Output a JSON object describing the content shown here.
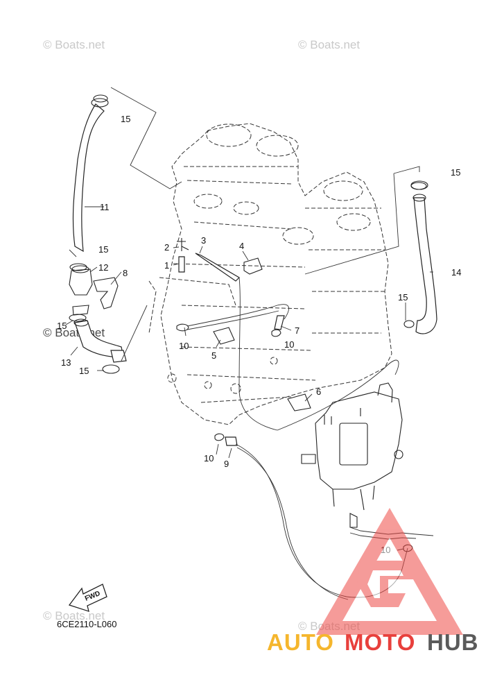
{
  "diagram": {
    "code": "6CE2110-L060",
    "fwd_label": "FWD",
    "callouts": [
      {
        "id": "c-15-a",
        "label": "15"
      },
      {
        "id": "c-11",
        "label": "11"
      },
      {
        "id": "c-15-b",
        "label": "15"
      },
      {
        "id": "c-12",
        "label": "12"
      },
      {
        "id": "c-8",
        "label": "8"
      },
      {
        "id": "c-15-c",
        "label": "15"
      },
      {
        "id": "c-13",
        "label": "13"
      },
      {
        "id": "c-15-d",
        "label": "15"
      },
      {
        "id": "c-2",
        "label": "2"
      },
      {
        "id": "c-1",
        "label": "1"
      },
      {
        "id": "c-3",
        "label": "3"
      },
      {
        "id": "c-4",
        "label": "4"
      },
      {
        "id": "c-10-a",
        "label": "10"
      },
      {
        "id": "c-5",
        "label": "5"
      },
      {
        "id": "c-7",
        "label": "7"
      },
      {
        "id": "c-10-b",
        "label": "10"
      },
      {
        "id": "c-6",
        "label": "6"
      },
      {
        "id": "c-10-c",
        "label": "10"
      },
      {
        "id": "c-9",
        "label": "9"
      },
      {
        "id": "c-15-e",
        "label": "15"
      },
      {
        "id": "c-14",
        "label": "14"
      },
      {
        "id": "c-15-f",
        "label": "15"
      },
      {
        "id": "c-10-d",
        "label": "10"
      }
    ]
  },
  "watermarks": {
    "boats_text": "© Boats.net"
  },
  "brand": {
    "auto": "AUTO",
    "moto": "MOTO",
    "hub": "HUB",
    "color_auto": "#f5b62d",
    "color_moto": "#e8403c",
    "color_hub": "#5a5a5a"
  }
}
